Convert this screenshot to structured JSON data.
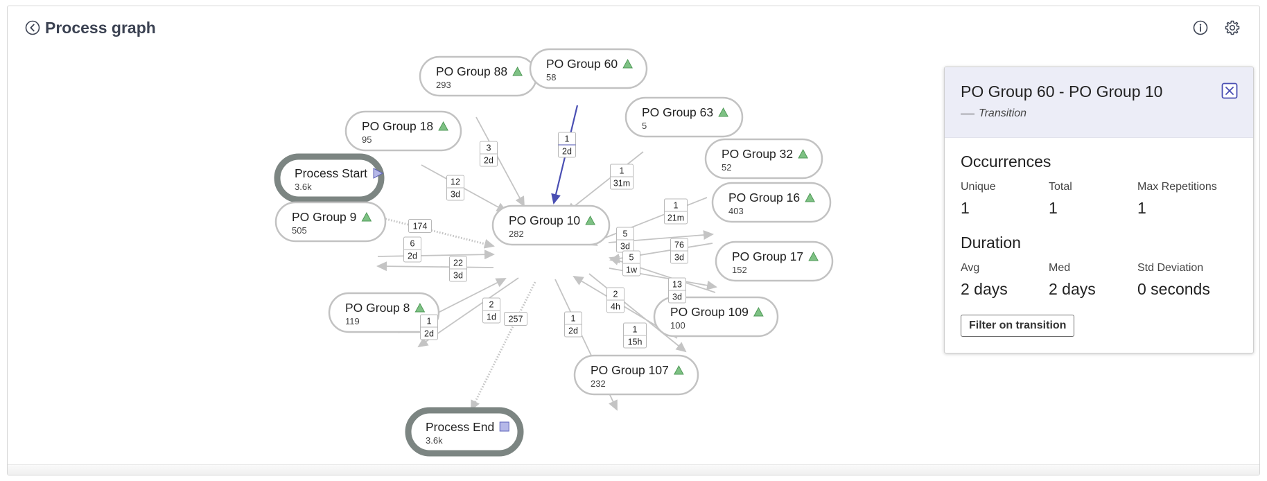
{
  "header": {
    "title": "Process graph",
    "back_icon": "chevron-left-circle-icon",
    "info_icon": "info-icon",
    "settings_icon": "gear-icon"
  },
  "colors": {
    "normal_edge": "#c4c4c4",
    "selected_edge": "#4a4fb3",
    "terminal_border": "#7c8582",
    "activity_icon": "#7ec184",
    "process_icon": "#b5b8e8",
    "panel_header": "#ecedf7"
  },
  "graph": {
    "nodes": [
      {
        "id": "po88",
        "name": "PO Group 88",
        "count": "293",
        "icon": "triangle-icon"
      },
      {
        "id": "po60",
        "name": "PO Group 60",
        "count": "58",
        "icon": "triangle-icon"
      },
      {
        "id": "po18",
        "name": "PO Group 18",
        "count": "95",
        "icon": "triangle-icon"
      },
      {
        "id": "po63",
        "name": "PO Group 63",
        "count": "5",
        "icon": "triangle-icon"
      },
      {
        "id": "start",
        "name": "Process Start",
        "count": "3.6k",
        "icon": "play-icon"
      },
      {
        "id": "po32",
        "name": "PO Group 32",
        "count": "52",
        "icon": "triangle-icon"
      },
      {
        "id": "po16",
        "name": "PO Group 16",
        "count": "403",
        "icon": "triangle-icon"
      },
      {
        "id": "po9",
        "name": "PO Group 9",
        "count": "505",
        "icon": "triangle-icon"
      },
      {
        "id": "po10",
        "name": "PO Group 10",
        "count": "282",
        "icon": "triangle-icon"
      },
      {
        "id": "po17",
        "name": "PO Group 17",
        "count": "152",
        "icon": "triangle-icon"
      },
      {
        "id": "po8",
        "name": "PO Group 8",
        "count": "119",
        "icon": "triangle-icon"
      },
      {
        "id": "po109",
        "name": "PO Group 109",
        "count": "100",
        "icon": "triangle-icon"
      },
      {
        "id": "po107",
        "name": "PO Group 107",
        "count": "232",
        "icon": "triangle-icon"
      },
      {
        "id": "end",
        "name": "Process End",
        "count": "3.6k",
        "icon": "square-icon"
      }
    ],
    "edges": [
      {
        "from": "po88",
        "to": "po10",
        "top": "3",
        "bottom": "2d"
      },
      {
        "from": "po60",
        "to": "po10",
        "top": "1",
        "bottom": "2d",
        "selected": true
      },
      {
        "from": "po18",
        "to": "po10",
        "top": "12",
        "bottom": "3d"
      },
      {
        "from": "po63",
        "to": "po10",
        "top": "1",
        "bottom": "31m"
      },
      {
        "from": "start",
        "to": "po10",
        "top": "174",
        "dotted": true
      },
      {
        "from": "po32",
        "to": "po10",
        "top": "1",
        "bottom": "21m"
      },
      {
        "from": "po10",
        "to": "po16",
        "top": "5",
        "bottom": "3d"
      },
      {
        "from": "po16",
        "to": "po10",
        "top": "76",
        "bottom": "3d"
      },
      {
        "from": "po9",
        "to": "po10",
        "top": "6",
        "bottom": "2d"
      },
      {
        "from": "po10",
        "to": "po9",
        "top": "22",
        "bottom": "3d"
      },
      {
        "from": "po17",
        "to": "po10",
        "top": "5",
        "bottom": "1w"
      },
      {
        "from": "po10",
        "to": "po17",
        "top": "13",
        "bottom": "3d"
      },
      {
        "from": "po8",
        "to": "po10",
        "top": "1",
        "bottom": "2d"
      },
      {
        "from": "po10",
        "to": "po8",
        "top": "2",
        "bottom": "1d"
      },
      {
        "from": "po10",
        "to": "po109",
        "top": "2",
        "bottom": "4h"
      },
      {
        "from": "po109",
        "to": "po10",
        "top": "1",
        "bottom": "15h"
      },
      {
        "from": "po10",
        "to": "po107",
        "top": "1",
        "bottom": "2d"
      },
      {
        "from": "po10",
        "to": "end",
        "top": "257",
        "dotted": true
      }
    ]
  },
  "panel": {
    "title": "PO Group 60 - PO Group 10",
    "subtitle": "Transition",
    "close_icon": "close-box-icon",
    "occurrences": {
      "title": "Occurrences",
      "stats": [
        {
          "label": "Unique",
          "value": "1"
        },
        {
          "label": "Total",
          "value": "1"
        },
        {
          "label": "Max Repetitions",
          "value": "1"
        }
      ]
    },
    "duration": {
      "title": "Duration",
      "stats": [
        {
          "label": "Avg",
          "value": "2 days"
        },
        {
          "label": "Med",
          "value": "2 days"
        },
        {
          "label": "Std Deviation",
          "value": "0 seconds"
        }
      ]
    },
    "filter_button": "Filter on transition"
  }
}
